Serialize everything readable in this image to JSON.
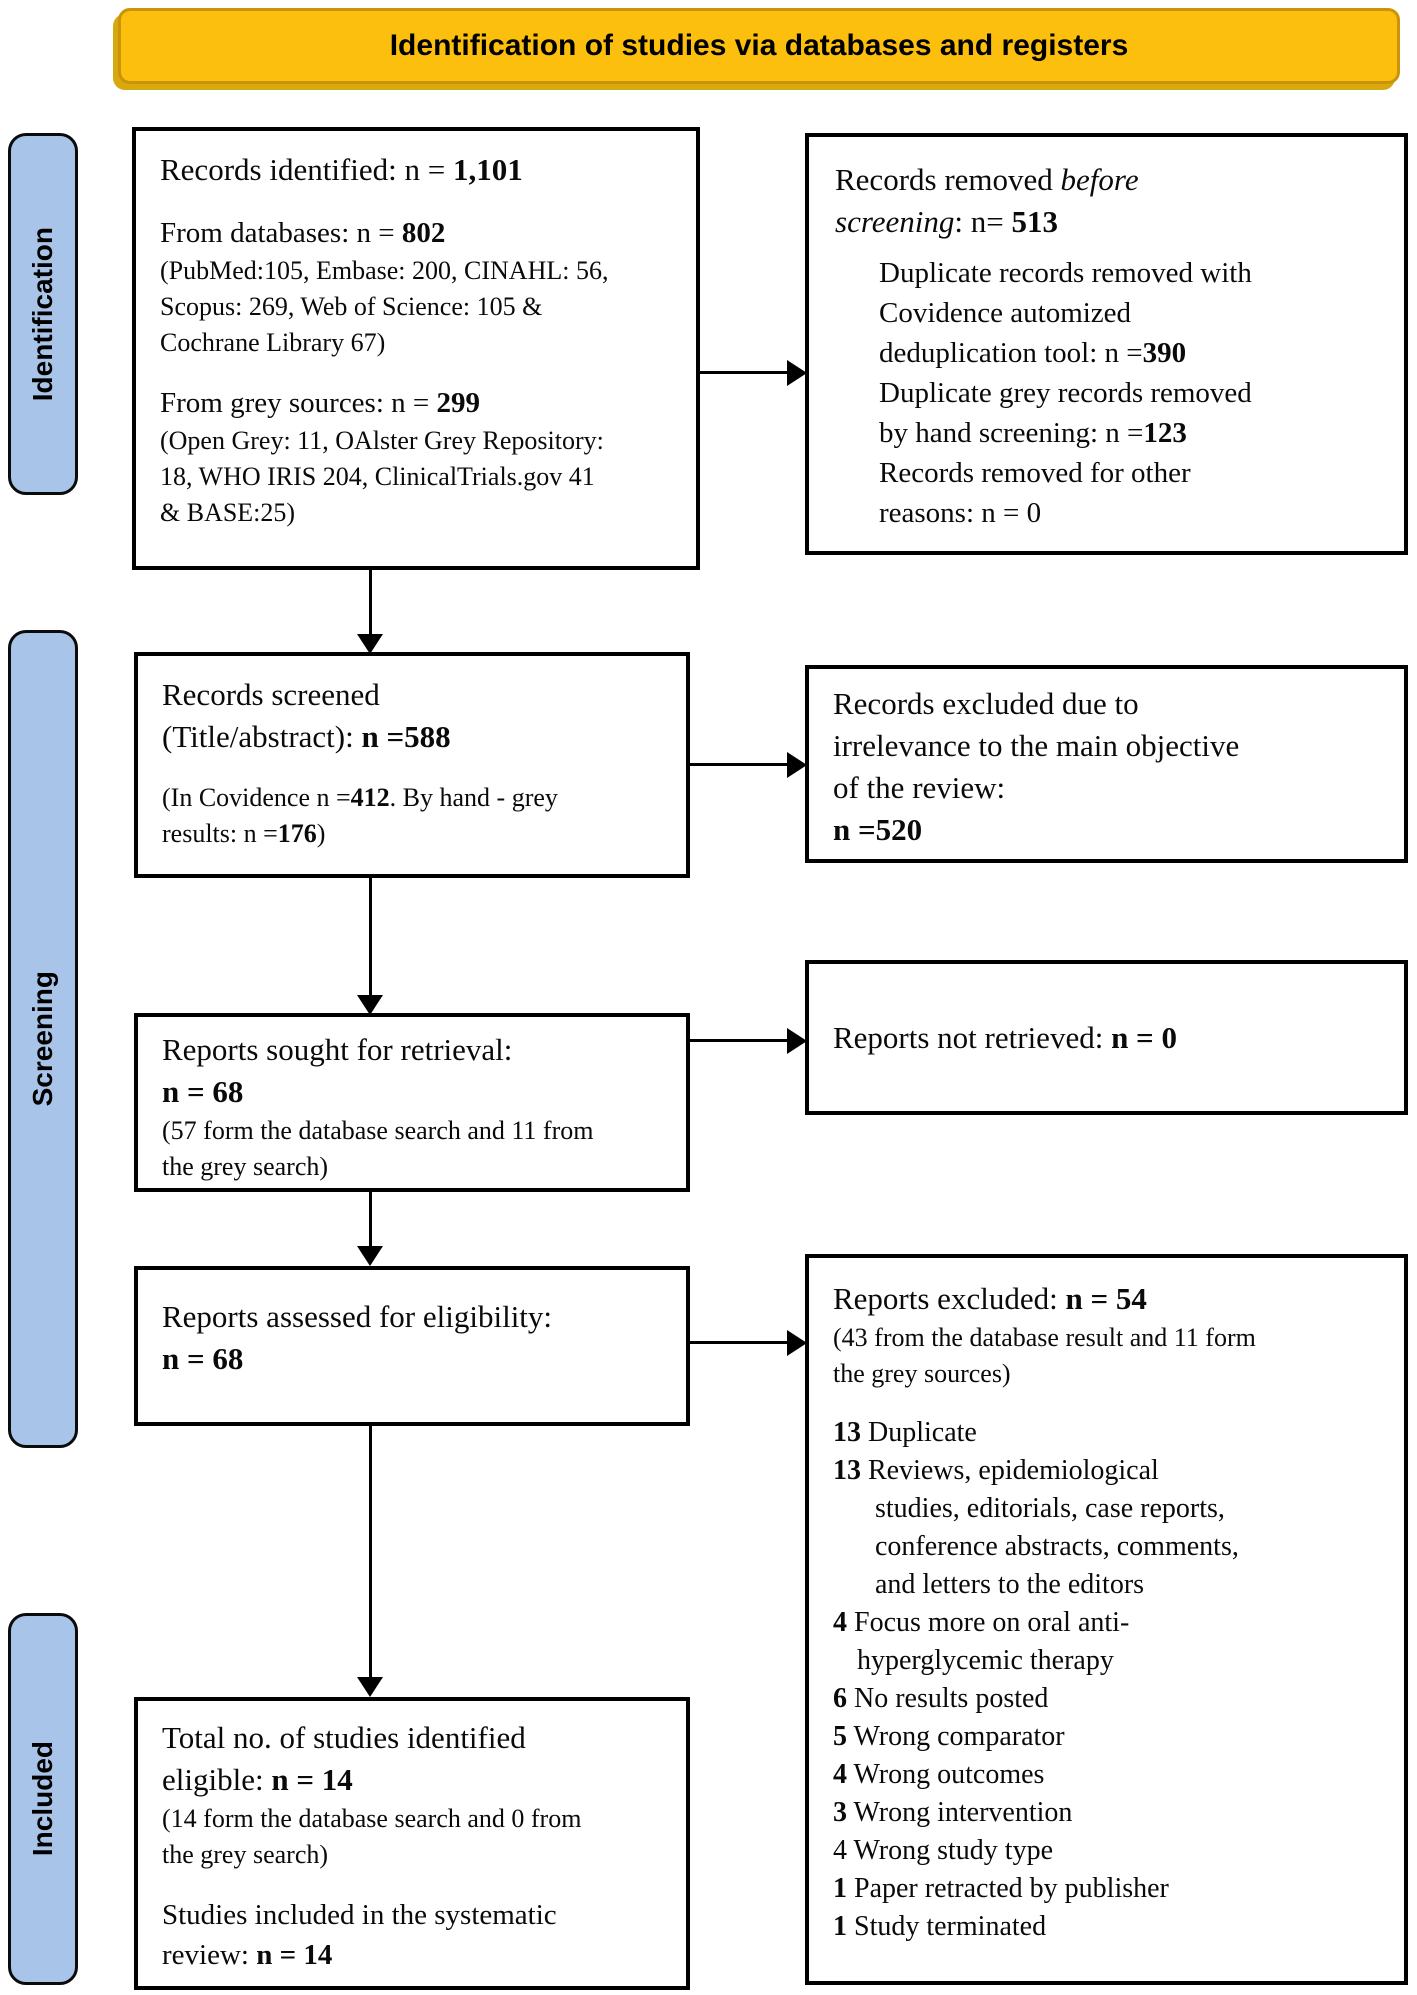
{
  "banner": {
    "title": "Identification of studies via databases and registers"
  },
  "sidebar": {
    "tabs": [
      {
        "id": "identification",
        "label": "Identification"
      },
      {
        "id": "screening",
        "label": "Screening"
      },
      {
        "id": "included",
        "label": "Included"
      }
    ]
  },
  "colors": {
    "banner_bg": "#FCBF0D",
    "banner_border": "#C9940A",
    "tab_bg": "#A8C5E9",
    "box_border": "#000000",
    "background": "#FFFFFF"
  },
  "boxes": {
    "records_identified": {
      "lines": [
        {
          "cls": "lg",
          "seg": [
            {
              "t": "Records identified: n = "
            },
            {
              "t": "1,101",
              "b": true
            }
          ]
        },
        {
          "cls": "blank"
        },
        {
          "seg": [
            {
              "t": "From databases: n = "
            },
            {
              "t": "802",
              "b": true
            }
          ]
        },
        {
          "cls": "sm",
          "seg": [
            {
              "t": "(PubMed:105, Embase: 200, CINAHL: 56,"
            }
          ]
        },
        {
          "cls": "sm",
          "seg": [
            {
              "t": "Scopus: 269, Web of Science: 105 &"
            }
          ]
        },
        {
          "cls": "sm",
          "seg": [
            {
              "t": "Cochrane Library 67)"
            }
          ]
        },
        {
          "cls": "blank"
        },
        {
          "seg": [
            {
              "t": "From grey sources: n = "
            },
            {
              "t": "299",
              "b": true
            }
          ]
        },
        {
          "cls": "sm",
          "seg": [
            {
              "t": "(Open Grey: 11, OAlster Grey Repository:"
            }
          ]
        },
        {
          "cls": "sm",
          "seg": [
            {
              "t": "18, WHO IRIS 204, ClinicalTrials.gov 41"
            }
          ]
        },
        {
          "cls": "sm",
          "seg": [
            {
              "t": "& BASE:25)"
            }
          ]
        }
      ]
    },
    "records_removed": {
      "lines": [
        {
          "cls": "lg",
          "seg": [
            {
              "t": "Records removed "
            },
            {
              "t": "before",
              "i": true
            }
          ]
        },
        {
          "cls": "lg",
          "seg": [
            {
              "t": "screening",
              "i": true
            },
            {
              "t": ": n= "
            },
            {
              "t": "513",
              "b": true
            }
          ]
        },
        {
          "cls": "blank_sm"
        },
        {
          "cls": "ind",
          "seg": [
            {
              "t": "Duplicate records removed with"
            }
          ]
        },
        {
          "cls": "ind",
          "seg": [
            {
              "t": "Covidence automized"
            }
          ]
        },
        {
          "cls": "ind",
          "seg": [
            {
              "t": "deduplication tool: n ="
            },
            {
              "t": "390",
              "b": true
            }
          ]
        },
        {
          "cls": "ind",
          "seg": [
            {
              "t": "Duplicate grey records removed"
            }
          ]
        },
        {
          "cls": "ind",
          "seg": [
            {
              "t": "by hand screening: n ="
            },
            {
              "t": "123",
              "b": true
            }
          ]
        },
        {
          "cls": "ind",
          "seg": [
            {
              "t": "Records removed for other"
            }
          ]
        },
        {
          "cls": "ind",
          "seg": [
            {
              "t": "reasons: n = 0"
            }
          ]
        }
      ]
    },
    "records_screened": {
      "lines": [
        {
          "cls": "lg",
          "seg": [
            {
              "t": "Records screened"
            }
          ]
        },
        {
          "cls": "lg",
          "seg": [
            {
              "t": "(Title/abstract): "
            },
            {
              "t": "n =588",
              "b": true
            }
          ]
        },
        {
          "cls": "blank"
        },
        {
          "cls": "sm",
          "seg": [
            {
              "t": "(In Covidence n ="
            },
            {
              "t": "412",
              "b": true
            },
            {
              "t": ". By hand - grey"
            }
          ]
        },
        {
          "cls": "sm",
          "seg": [
            {
              "t": "results: n ="
            },
            {
              "t": "176",
              "b": true
            },
            {
              "t": ")"
            }
          ]
        }
      ]
    },
    "records_excluded": {
      "lines": [
        {
          "cls": "lg",
          "seg": [
            {
              "t": "Records excluded due to"
            }
          ]
        },
        {
          "cls": "lg",
          "seg": [
            {
              "t": "irrelevance to the main objective"
            }
          ]
        },
        {
          "cls": "lg",
          "seg": [
            {
              "t": "of the review:"
            }
          ]
        },
        {
          "cls": "lg",
          "seg": [
            {
              "t": "n =520",
              "b": true
            }
          ]
        }
      ]
    },
    "reports_sought": {
      "lines": [
        {
          "cls": "lg",
          "seg": [
            {
              "t": "Reports sought for retrieval:"
            }
          ]
        },
        {
          "cls": "lg",
          "seg": [
            {
              "t": "n = 68",
              "b": true
            }
          ]
        },
        {
          "cls": "sm",
          "seg": [
            {
              "t": "(57 form the database search and 11 from"
            }
          ]
        },
        {
          "cls": "sm",
          "seg": [
            {
              "t": "the grey search)"
            }
          ]
        }
      ]
    },
    "reports_not_retrieved": {
      "lines": [
        {
          "cls": "lg",
          "seg": [
            {
              "t": "Reports not retrieved: "
            },
            {
              "t": "n = 0",
              "b": true
            }
          ]
        }
      ]
    },
    "reports_assessed": {
      "lines": [
        {
          "cls": "lg",
          "seg": [
            {
              "t": "Reports assessed for eligibility:"
            }
          ]
        },
        {
          "cls": "lg",
          "seg": [
            {
              "t": "n = 68",
              "b": true
            }
          ]
        }
      ]
    },
    "reports_excluded": {
      "lines": [
        {
          "cls": "lg",
          "seg": [
            {
              "t": "Reports excluded: "
            },
            {
              "t": "n = 54",
              "b": true
            }
          ]
        },
        {
          "cls": "sm",
          "seg": [
            {
              "t": "(43 from the database result and 11 form"
            }
          ]
        },
        {
          "cls": "sm",
          "seg": [
            {
              "t": "the grey sources)"
            }
          ]
        },
        {
          "cls": "blank"
        },
        {
          "cls": "li",
          "seg": [
            {
              "t": "13",
              "b": true
            },
            {
              "t": " Duplicate"
            }
          ]
        },
        {
          "cls": "li",
          "seg": [
            {
              "t": "13",
              "b": true
            },
            {
              "t": " Reviews, epidemiological"
            }
          ]
        },
        {
          "cls": "li ind2",
          "seg": [
            {
              "t": "studies, editorials, case reports,"
            }
          ]
        },
        {
          "cls": "li ind2",
          "seg": [
            {
              "t": "conference abstracts, comments,"
            }
          ]
        },
        {
          "cls": "li ind2",
          "seg": [
            {
              "t": "and letters to the editors"
            }
          ]
        },
        {
          "cls": "li",
          "seg": [
            {
              "t": "4",
              "b": true
            },
            {
              "t": " Focus more on oral anti-"
            }
          ]
        },
        {
          "cls": "li ind1",
          "seg": [
            {
              "t": "hyperglycemic therapy"
            }
          ]
        },
        {
          "cls": "li",
          "seg": [
            {
              "t": "6",
              "b": true
            },
            {
              "t": " No results posted"
            }
          ]
        },
        {
          "cls": "li",
          "seg": [
            {
              "t": "5",
              "b": true
            },
            {
              "t": " Wrong comparator"
            }
          ]
        },
        {
          "cls": "li",
          "seg": [
            {
              "t": "4",
              "b": true
            },
            {
              "t": " Wrong outcomes"
            }
          ]
        },
        {
          "cls": "li",
          "seg": [
            {
              "t": "3",
              "b": true
            },
            {
              "t": " Wrong intervention"
            }
          ]
        },
        {
          "cls": "li",
          "seg": [
            {
              "t": "4 Wrong study type"
            }
          ]
        },
        {
          "cls": "li",
          "seg": [
            {
              "t": "1",
              "b": true
            },
            {
              "t": " Paper retracted by publisher"
            }
          ]
        },
        {
          "cls": "li",
          "seg": [
            {
              "t": "1",
              "b": true
            },
            {
              "t": " Study terminated"
            }
          ]
        }
      ]
    },
    "studies_included": {
      "lines": [
        {
          "cls": "lg",
          "seg": [
            {
              "t": "Total no. of studies identified"
            }
          ]
        },
        {
          "cls": "lg",
          "seg": [
            {
              "t": "eligible: "
            },
            {
              "t": "n = 14",
              "b": true
            }
          ]
        },
        {
          "cls": "sm",
          "seg": [
            {
              "t": "(14 form the database search and 0 from"
            }
          ]
        },
        {
          "cls": "sm",
          "seg": [
            {
              "t": "the grey search)"
            }
          ]
        },
        {
          "cls": "blank"
        },
        {
          "seg": [
            {
              "t": "Studies included in the systematic"
            }
          ]
        },
        {
          "seg": [
            {
              "t": "review: "
            },
            {
              "t": "n = 14",
              "b": true
            }
          ]
        }
      ]
    }
  }
}
